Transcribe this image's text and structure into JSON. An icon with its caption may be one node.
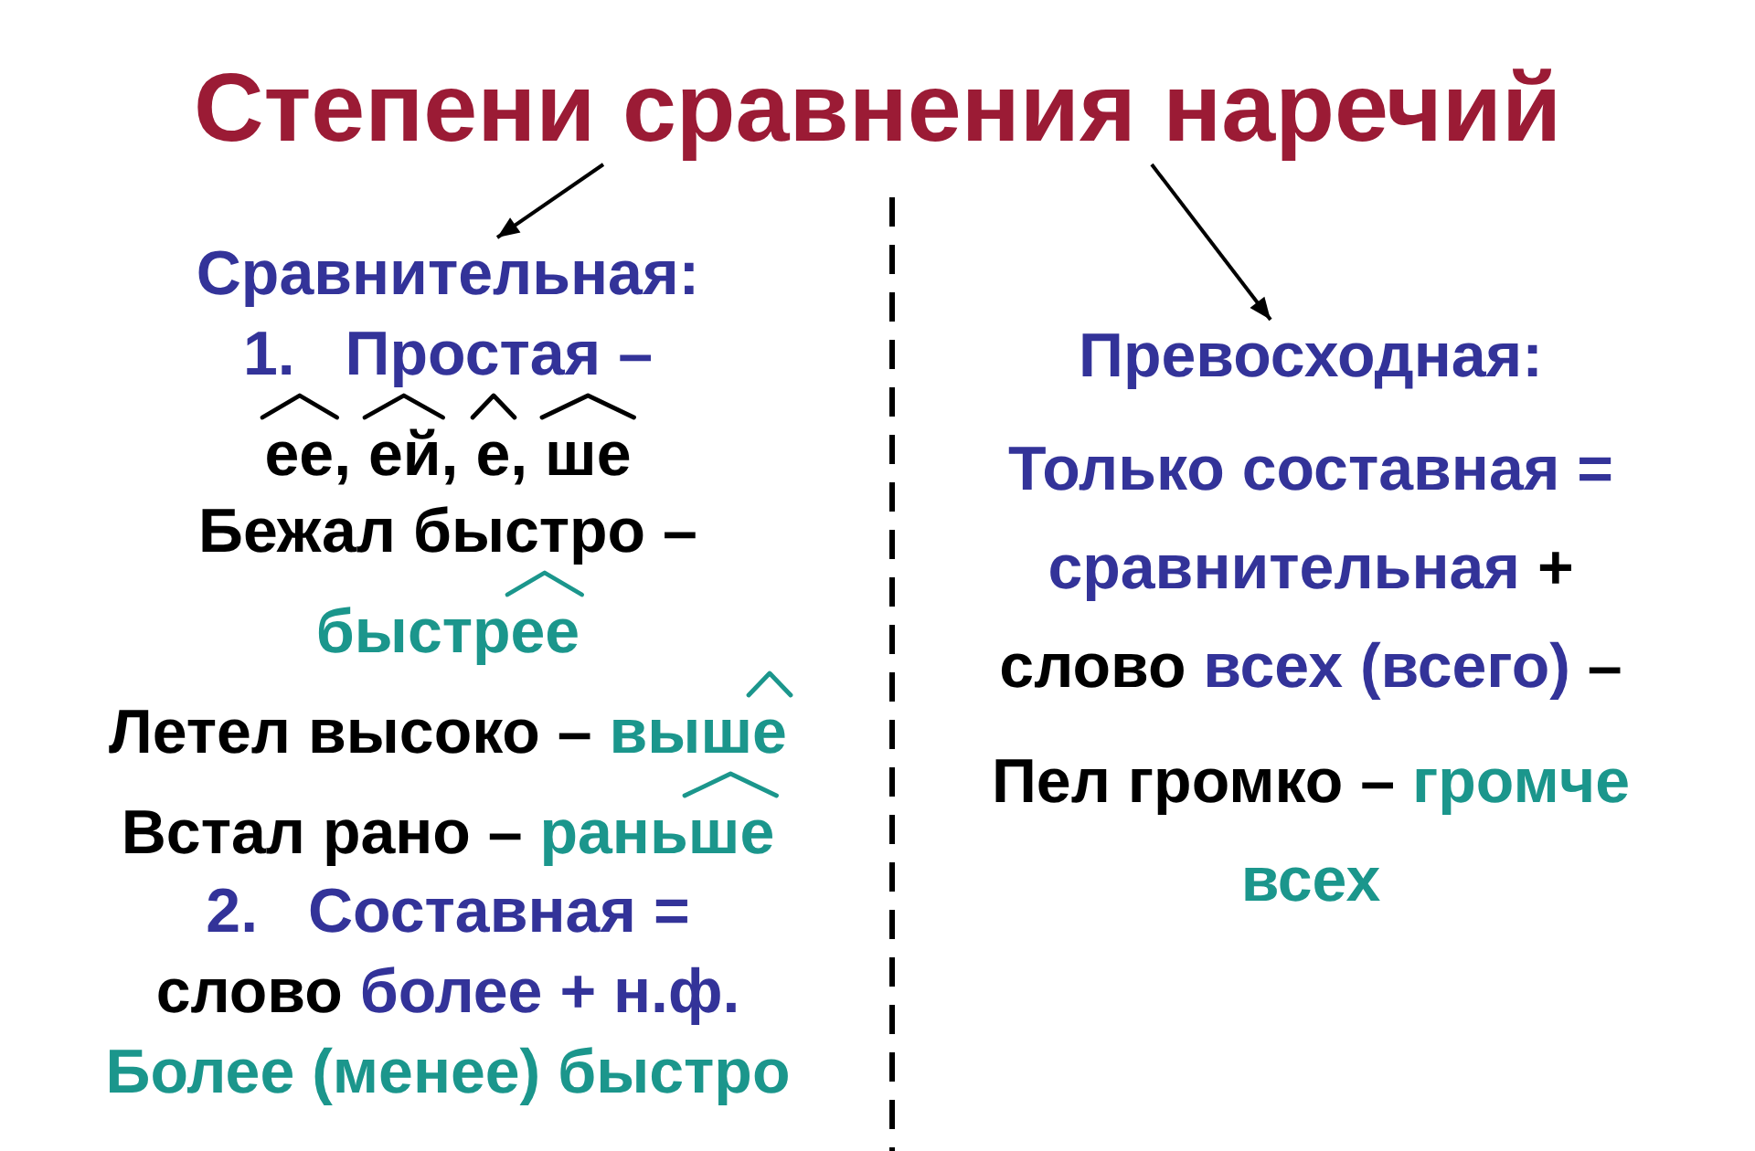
{
  "diagram": {
    "nodes": [
      {
        "text": [
          "Степени сравнения наречий"
        ]
      },
      {
        "text": [
          "Сравнительная:"
        ]
      },
      {
        "text": [
          "Превосходная:"
        ]
      }
    ],
    "edges": [
      {
        "from": 0,
        "to": 1,
        "arrow": "to"
      },
      {
        "from": 0,
        "to": 2,
        "arrow": "to"
      }
    ],
    "labels": [
      "1. Простая –",
      "ее, ей, е, ше",
      "Бежал быстро –",
      "быстрее",
      "Летел высоко – выше",
      "Встал рано – раньше",
      "2. Составная =",
      "слово более + н.ф.",
      "Более (менее) быстро",
      "Только составная = сравнительная + слово всех (всего) –",
      "Пел громко – громче всех"
    ]
  }
}
